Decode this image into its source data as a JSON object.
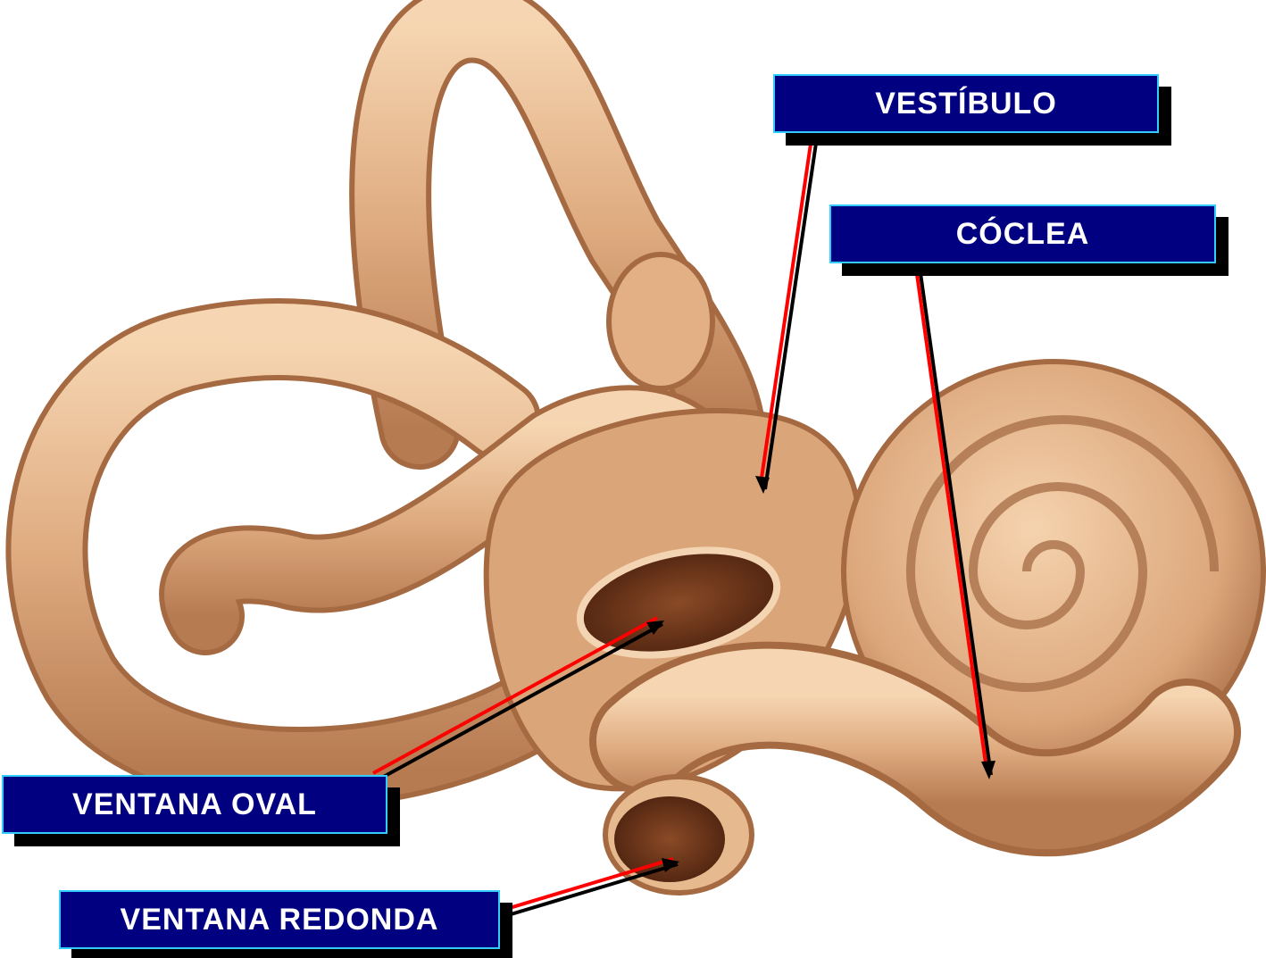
{
  "labels": {
    "vestibulo": "VESTÍBULO",
    "coclea": "CÓCLEA",
    "ventana_oval": "VENTANA OVAL",
    "ventana_redonda": "VENTANA REDONDA"
  },
  "colors": {
    "label_fill": "#000080",
    "label_border": "#33ccff",
    "label_shadow": "#000000",
    "label_text": "#ffffff",
    "pointer_line": "#ff0000",
    "pointer_shadow": "#000000",
    "organ_light": "#f2c9a0",
    "organ_mid": "#d8a276",
    "organ_dark": "#8a4f2c",
    "window_cavity": "#5a2a14"
  },
  "icons": {
    "arrow_head": "arrowhead-icon"
  }
}
